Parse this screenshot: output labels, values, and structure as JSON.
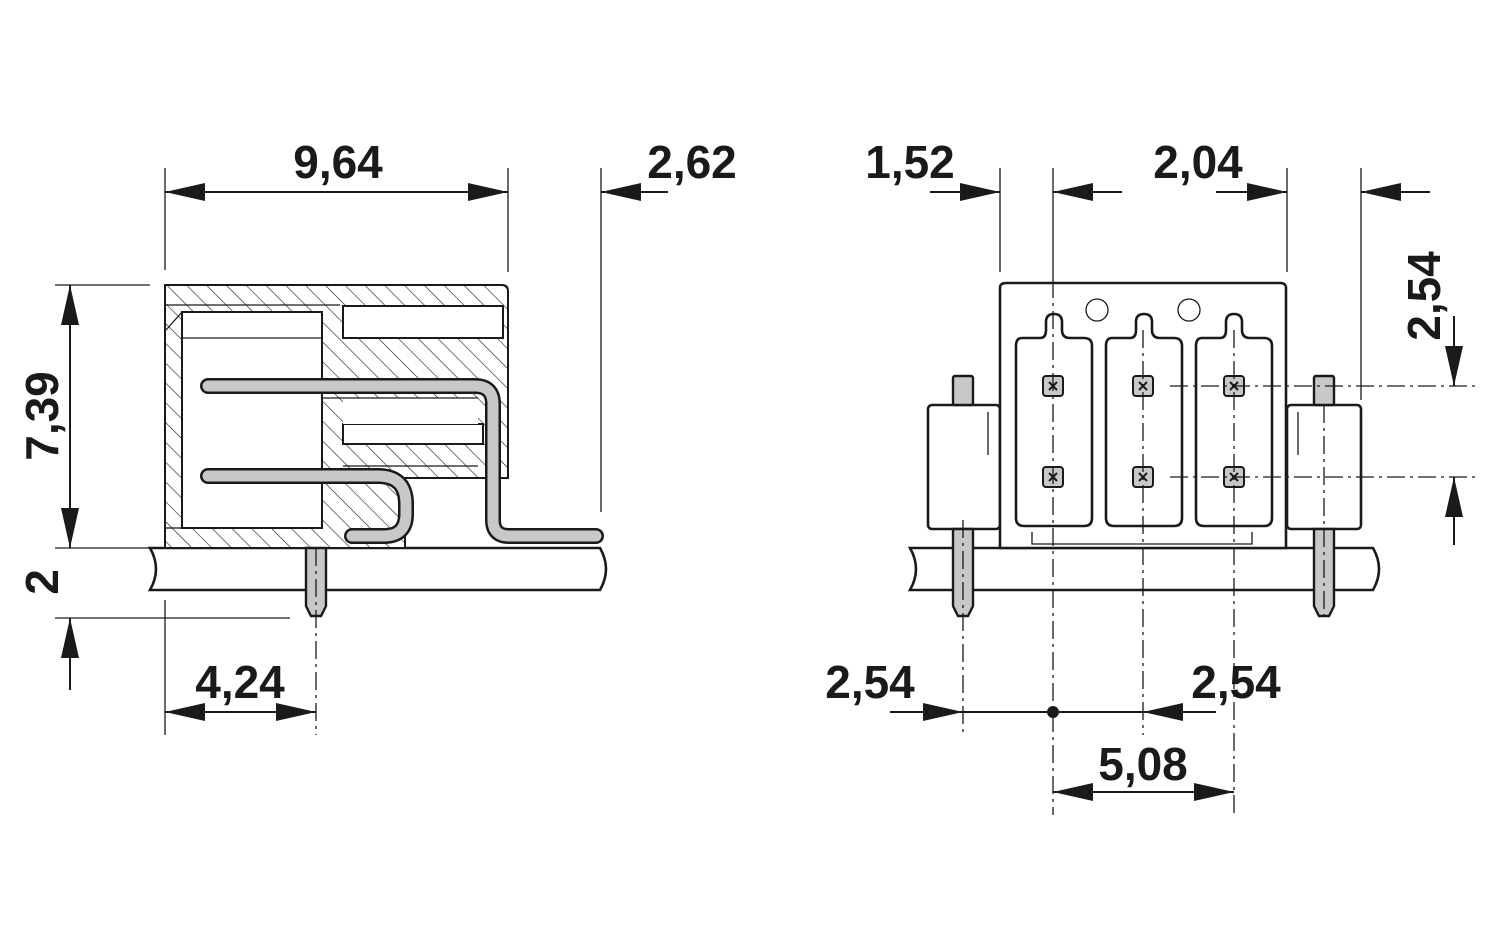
{
  "dimensions": {
    "side_width": "9,64",
    "side_offset": "2,62",
    "side_height": "7,39",
    "side_board": "2",
    "side_pin": "4,24",
    "front_left": "1,52",
    "front_pitch_top": "2,04",
    "front_vertical": "2,54",
    "front_bottom_left": "2,54",
    "front_bottom_right": "2,54",
    "front_span": "5,08"
  },
  "colors": {
    "line": "#1a1a1a",
    "pin_fill": "#c8c8c8",
    "background": "#ffffff"
  }
}
